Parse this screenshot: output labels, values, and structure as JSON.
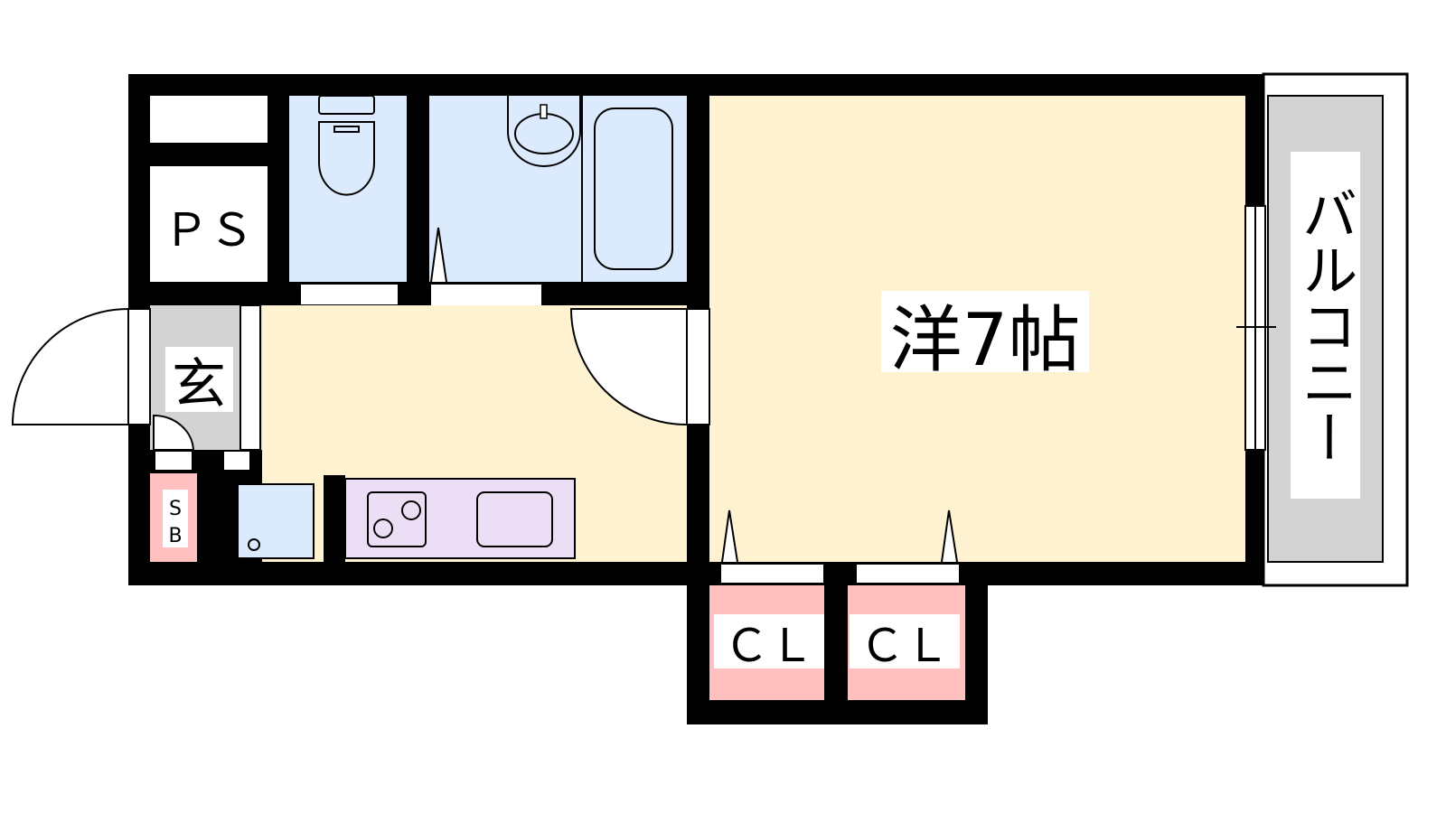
{
  "plan": {
    "room_label": "洋7帖",
    "balcony_label": "バルコニー",
    "ps_label": "ＰＳ",
    "entrance_label": "玄",
    "shoebox_label": "SB",
    "closet_labels": [
      "ＣＬ",
      "ＣＬ"
    ]
  },
  "colors": {
    "wall": "#000000",
    "living": "#fff2d1",
    "wet_area": "#dbebfd",
    "entrance": "#d3d3d3",
    "storage": "#ffc0c0",
    "kitchen": "#ecdff5"
  }
}
